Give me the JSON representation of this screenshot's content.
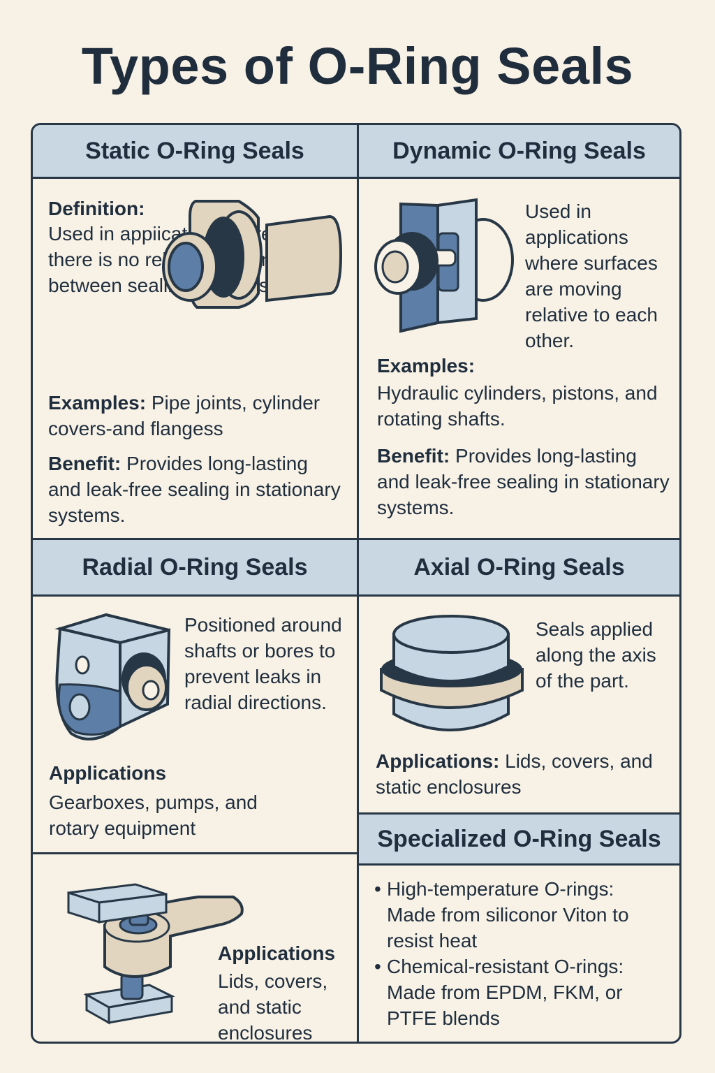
{
  "title": "Types of O-Ring Seals",
  "static": {
    "heading": "Static O-Ring Seals",
    "definition_label": "Definition:",
    "definition_text": "Used in appiication where there is no relative motion between sealing surfaces.",
    "examples_label": "Examples:",
    "examples_text": " Pipe joints, cylinder covers-and flangess",
    "benefit_label": "Benefit:",
    "benefit_text": " Provides long-lasting and leak-free sealing in stationary systems."
  },
  "dynamic": {
    "heading": "Dynamic O-Ring Seals",
    "description": "Used in applications where surfaces are moving relative to each other.",
    "examples_label": "Examples:",
    "examples_text": "Hydraulic cylinders, pistons, and rotating shafts.",
    "benefit_label": "Benefit:",
    "benefit_text": " Provides long-lasting and leak-free sealing in stationary systems."
  },
  "radial": {
    "heading": "Radial O-Ring Seals",
    "description": "Positioned around shafts or bores to prevent leaks in radial directions.",
    "applications_label": "Applications",
    "applications_text": "Gearboxes, pumps, and rotary equipment"
  },
  "axial": {
    "heading": "Axial O-Ring Seals",
    "description": "Seals applied along the axis of the part.",
    "applications_label": "Applications:",
    "applications_text": " Lids, covers, and static enclosures"
  },
  "bottom_left": {
    "applications_label": "Applications",
    "applications_text": "Lids, covers, and static enclosures"
  },
  "specialized": {
    "heading": "Specialized O-Ring Seals",
    "items": [
      "High-temperature O-rings: Made from siliconor Viton to resist heat",
      "Chemical-resistant O-rings: Made from EPDM, FKM, or PTFE blends"
    ]
  },
  "colors": {
    "background": "#f8f2e6",
    "header": "#c8d7e2",
    "outline": "#273746",
    "beige": "#e2d5bf",
    "steel_blue": "#5d7ea6",
    "light_blue": "#c7d6e3"
  },
  "icons": [
    "static-flange-fitting-icon",
    "dynamic-piston-seal-icon",
    "radial-housing-icon",
    "axial-disc-seal-icon",
    "bracket-clamp-icon"
  ]
}
